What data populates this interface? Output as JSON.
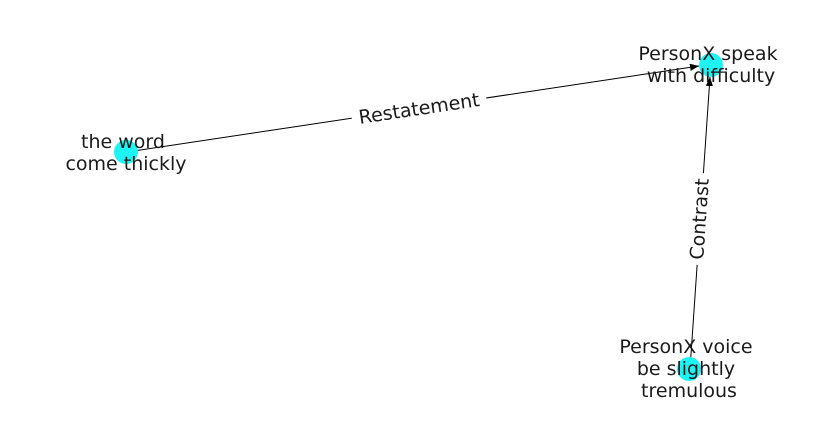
{
  "graph": {
    "node_color": "#1ff4f4",
    "edge_color": "#000000",
    "nodes": [
      {
        "id": "speak",
        "lines": [
          "PersonX speak",
          "with difficulty"
        ]
      },
      {
        "id": "word",
        "lines": [
          "the word",
          "come thickly"
        ]
      },
      {
        "id": "voice",
        "lines": [
          "PersonX voice",
          "be slightly",
          "tremulous"
        ]
      }
    ],
    "edges": [
      {
        "from": "word",
        "to": "speak",
        "label": "Restatement"
      },
      {
        "from": "voice",
        "to": "speak",
        "label": "Contrast"
      }
    ]
  }
}
